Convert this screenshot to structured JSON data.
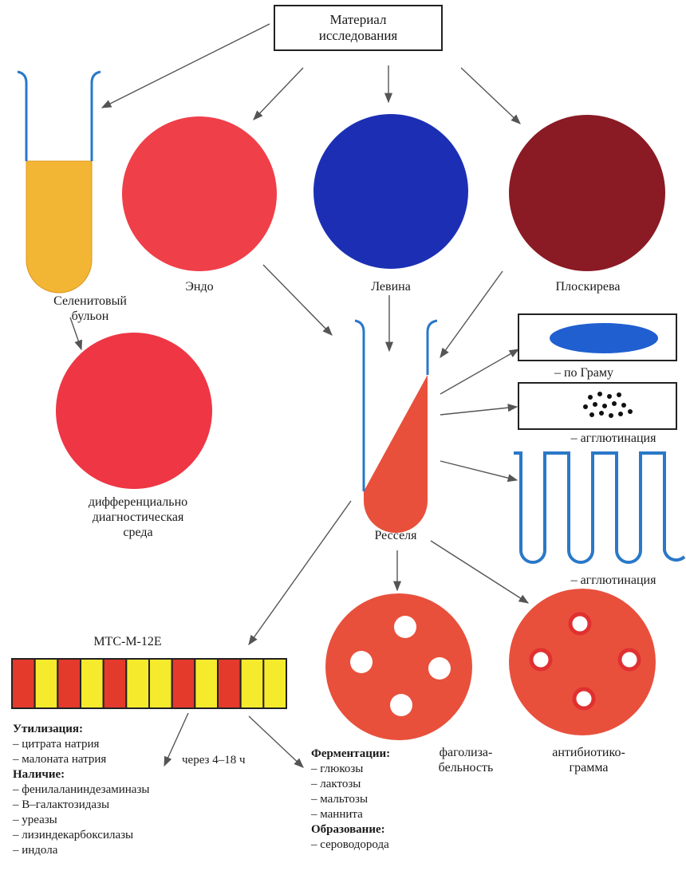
{
  "source": {
    "line1": "Материал",
    "line2": "исследования"
  },
  "media": {
    "selenite": {
      "line1": "Селенитовый",
      "line2": "бульон",
      "color": "#f2b634"
    },
    "endo": {
      "label": "Эндо",
      "color": "#ef3f48"
    },
    "levin": {
      "label": "Левина",
      "color": "#1c2fb4"
    },
    "ploskirev": {
      "label": "Плоскирева",
      "color": "#8a1a24"
    },
    "differential": {
      "line1": "дифференциально",
      "line2": "диагностическая",
      "line3": "среда",
      "color": "#ee3645"
    },
    "ressel": {
      "label": "Ресселя",
      "color": "#e8503c"
    }
  },
  "tests": {
    "gram": {
      "label": "– по Граму"
    },
    "agglutination_slide": {
      "label": "– агглютинация"
    },
    "agglutination_tubes": {
      "label": "– агглютинация"
    },
    "phagolysis": {
      "line1": "фаголиза-",
      "line2": "бельность"
    },
    "antibiogram": {
      "line1": "антибиотико-",
      "line2": "грамма"
    }
  },
  "strip": {
    "title": "МТС-М-12Е",
    "cells": [
      "red",
      "yellow",
      "red",
      "yellow",
      "red",
      "yellow",
      "yellow",
      "red",
      "yellow",
      "red",
      "yellow",
      "yellow"
    ],
    "colors": {
      "red": "#e43a2c",
      "yellow": "#f6ea2c"
    }
  },
  "utilization": {
    "header": "Утилизация:",
    "items": [
      "цитрата натрия",
      "малоната натрия"
    ]
  },
  "time_note": "через 4–18 ч",
  "presence": {
    "header": "Наличие:",
    "items": [
      "фенилаланиндезаминазы",
      "В–галактозидазы",
      "уреазы",
      "лизиндекарбоксилазы",
      "индола"
    ]
  },
  "fermentation": {
    "header": "Ферментации:",
    "items": [
      "глюкозы",
      "лактозы",
      "мальтозы",
      "маннита"
    ]
  },
  "formation": {
    "header": "Образование:",
    "items": [
      "сероводорода"
    ]
  }
}
